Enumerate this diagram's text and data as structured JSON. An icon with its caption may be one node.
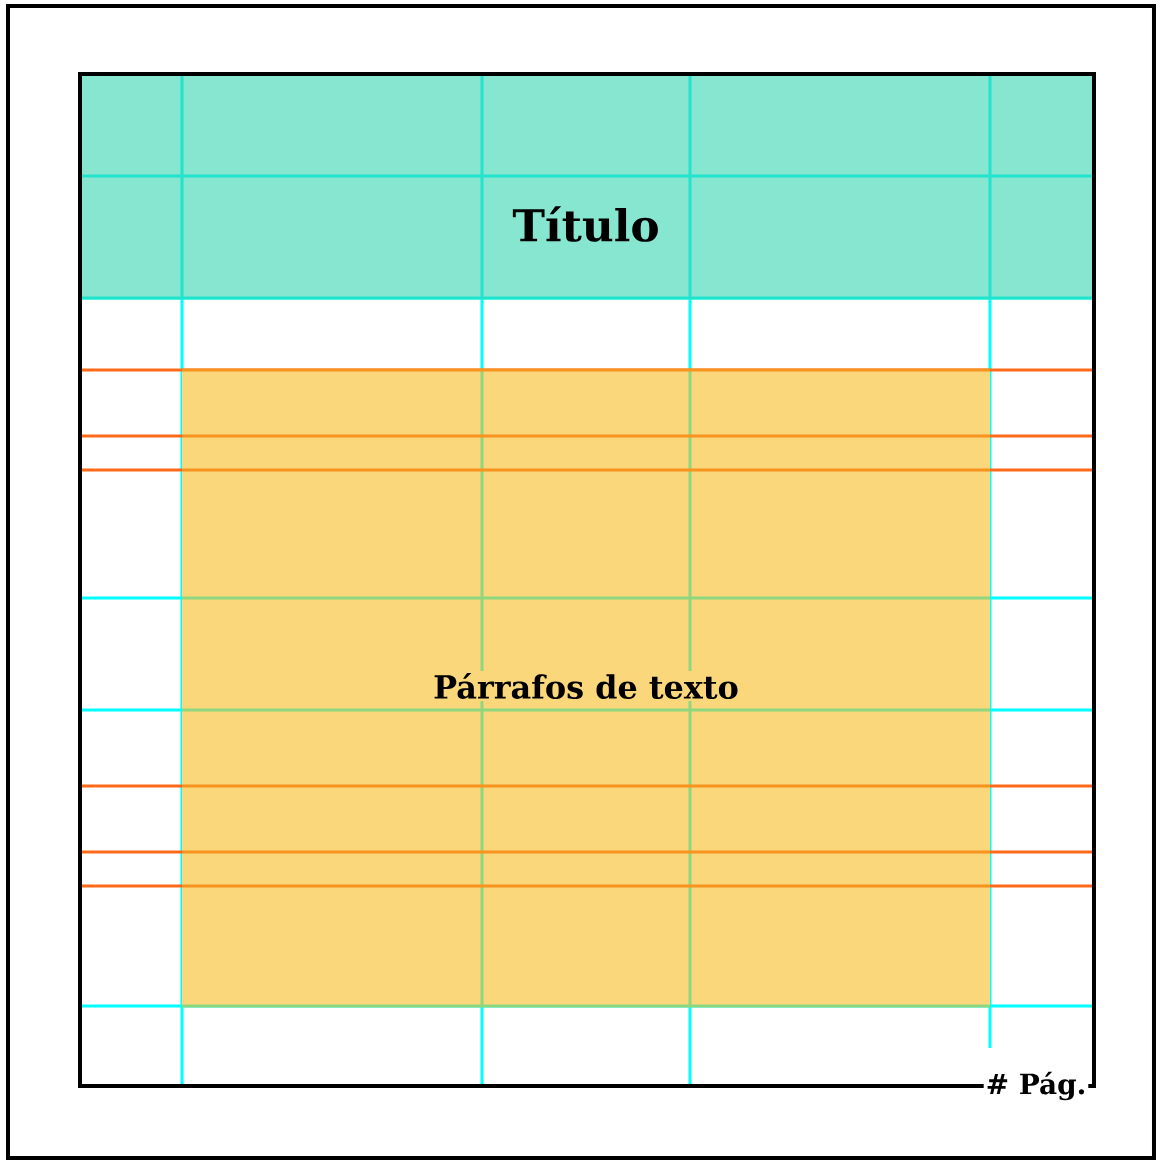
{
  "diagram": {
    "nodes": [
      {
        "text": [
          "Título"
        ]
      },
      {
        "text": [
          "Párrafos de texto"
        ]
      }
    ],
    "labels": [
      "# Pág."
    ]
  }
}
